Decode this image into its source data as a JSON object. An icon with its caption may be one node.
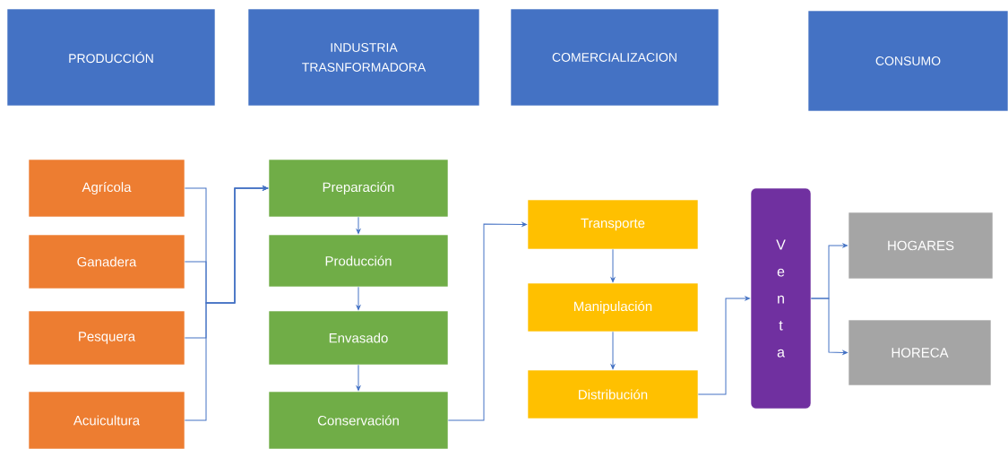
{
  "diagram": {
    "nodes": [
      {
        "text": [
          "PRODUCCIÓN"
        ]
      },
      {
        "text": [
          "INDUSTRIA TRASNFORMADORA"
        ]
      },
      {
        "text": [
          "COMERCIALIZACION"
        ]
      },
      {
        "text": [
          "CONSUMO"
        ]
      },
      {
        "text": [
          "Agrícola"
        ]
      },
      {
        "text": [
          "Ganadera"
        ]
      },
      {
        "text": [
          "Pesquera"
        ]
      },
      {
        "text": [
          "Acuicultura"
        ]
      },
      {
        "text": [
          "Preparación"
        ]
      },
      {
        "text": [
          "Producción"
        ]
      },
      {
        "text": [
          "Envasado"
        ]
      },
      {
        "text": [
          "Conservación"
        ]
      },
      {
        "text": [
          "Transporte"
        ]
      },
      {
        "text": [
          "Manipulación"
        ]
      },
      {
        "text": [
          "Distribución"
        ]
      },
      {
        "text": [
          "V e n t a"
        ]
      },
      {
        "text": [
          "HOGARES"
        ]
      },
      {
        "text": [
          "HORECA"
        ]
      }
    ],
    "edges": [
      {
        "from": 4,
        "to": 8,
        "arrow": "to"
      },
      {
        "from": 5,
        "to": 8,
        "arrow": "to"
      },
      {
        "from": 6,
        "to": 8,
        "arrow": "to"
      },
      {
        "from": 7,
        "to": 8,
        "arrow": "to"
      },
      {
        "from": 8,
        "to": 9,
        "arrow": "to"
      },
      {
        "from": 9,
        "to": 10,
        "arrow": "to"
      },
      {
        "from": 10,
        "to": 11,
        "arrow": "to"
      },
      {
        "from": 11,
        "to": 12,
        "arrow": "to"
      },
      {
        "from": 12,
        "to": 13,
        "arrow": "to"
      },
      {
        "from": 13,
        "to": 14,
        "arrow": "to"
      },
      {
        "from": 14,
        "to": 15,
        "arrow": "to"
      },
      {
        "from": 15,
        "to": 16,
        "arrow": "to"
      },
      {
        "from": 15,
        "to": 17,
        "arrow": "to"
      }
    ]
  }
}
